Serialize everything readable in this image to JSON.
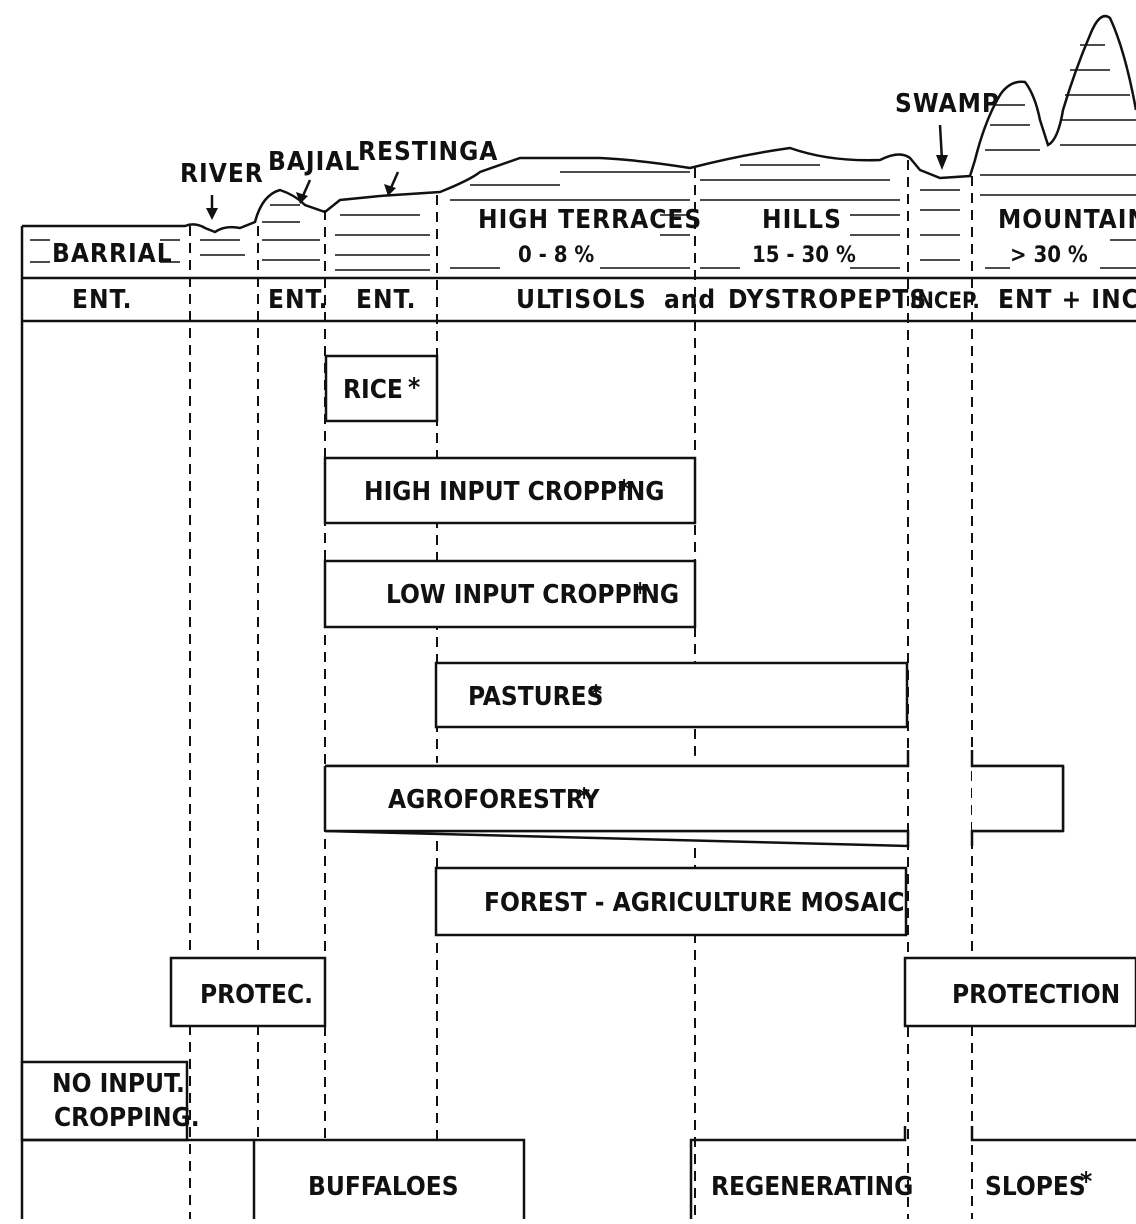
{
  "landscape": {
    "barrial": "BARRIAL",
    "river": "RIVER",
    "bajial": "BAJIAL",
    "restinga": "RESTINGA",
    "swamp": "SWAMP",
    "high_terraces": "HIGH TERRACES",
    "high_terraces_slope": "0 - 8 %",
    "hills": "HILLS",
    "hills_slope": "15 - 30 %",
    "mountains": "MOUNTAINS",
    "mountains_slope": "> 30 %"
  },
  "soils": {
    "barrial": "ENT.",
    "bajial": "ENT.",
    "restinga": "ENT.",
    "ultisols": "ULTISOLS",
    "and": "and",
    "dystropepts": "DYSTROPEPTS",
    "incep": "INCEP.",
    "ent_incep": "ENT + INCEP."
  },
  "land_uses": {
    "rice": "RICE",
    "high_input": "HIGH INPUT CROPPING",
    "low_input": "LOW INPUT CROPPING",
    "pastures": "PASTURES",
    "agroforestry": "AGROFORESTRY",
    "forest_mosaic": "FOREST - AGRICULTURE MOSAIC",
    "protec": "PROTEC.",
    "protection": "PROTECTION",
    "no_input_1": "NO INPUT.",
    "no_input_2": "CROPPING.",
    "buffaloes": "BUFFALOES",
    "regenerating": "REGENERATING",
    "slopes": "SLOPES"
  },
  "star": "*"
}
